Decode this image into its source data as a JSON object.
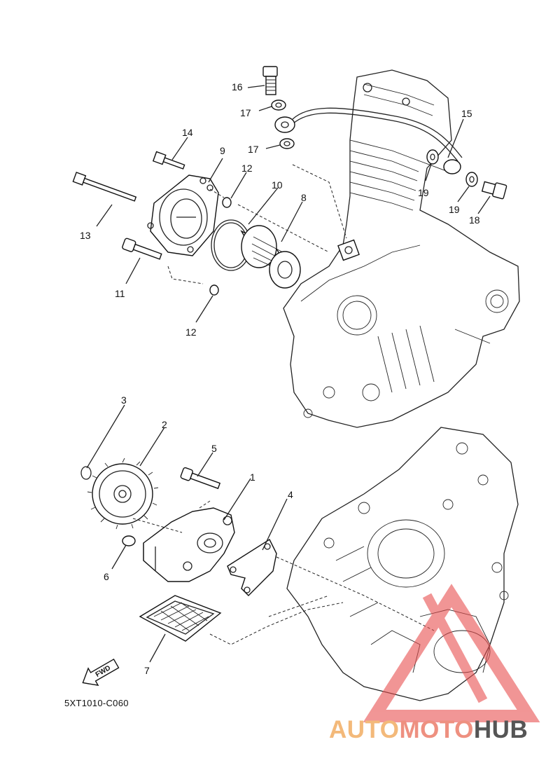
{
  "callouts": [
    "1",
    "2",
    "3",
    "4",
    "5",
    "6",
    "7",
    "8",
    "9",
    "10",
    "11",
    "12",
    "12",
    "13",
    "14",
    "15",
    "16",
    "17",
    "17",
    "18",
    "19",
    "19"
  ],
  "diagram_code": "5XT1010-C060",
  "fwd_arrow": "FWD",
  "watermark": {
    "text_part1": "AUTO",
    "text_part2": "MOTO",
    "text_part3": "HUB",
    "color1": "#f3b97a",
    "color2": "#ee9080",
    "color3": "#555555",
    "icon": "warning-triangle-logo"
  }
}
